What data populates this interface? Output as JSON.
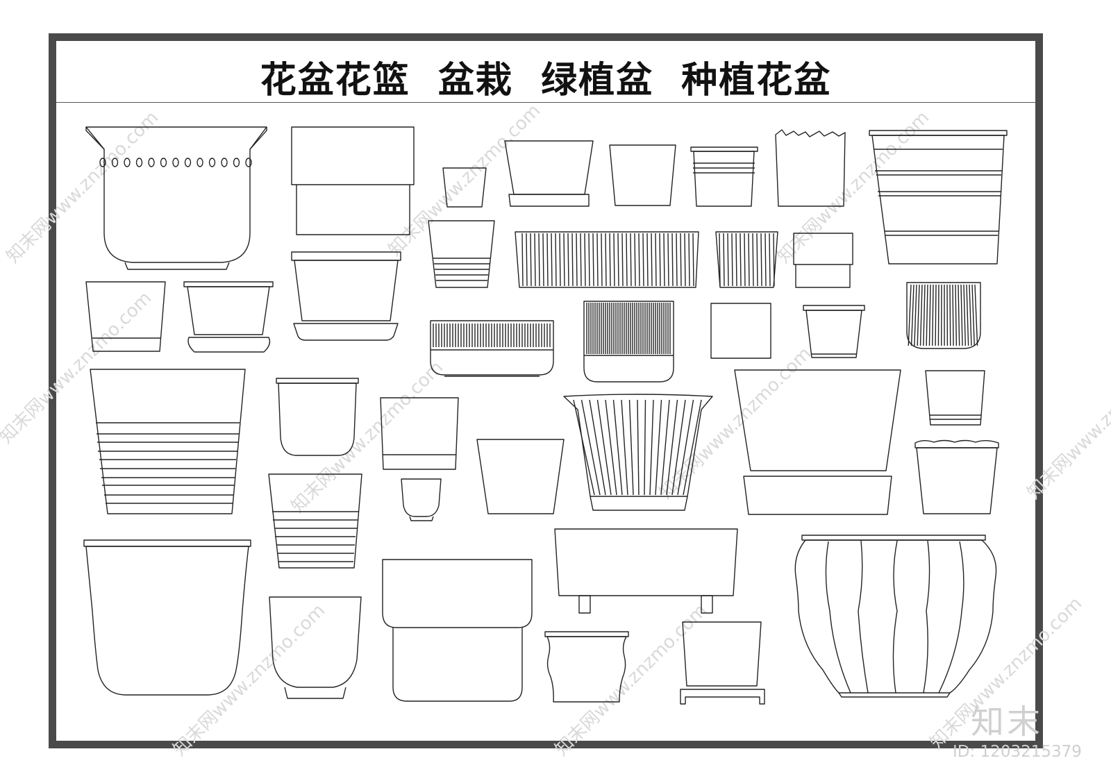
{
  "title": "花盆花篮  盆栽  绿植盆  种植花盆",
  "watermark": {
    "text": "知末网www.znzmo.com",
    "logo": "知末",
    "id_label": "ID: 1203215379"
  },
  "colors": {
    "frame": "#4a4a4a",
    "line": "#222222",
    "watermark": "#d6d6d6"
  },
  "pots": [
    {
      "name": "flared-pot-with-holes"
    },
    {
      "name": "banded-rectangular-pot"
    },
    {
      "name": "small-tapered-cup"
    },
    {
      "name": "tapered-pot-with-saucer"
    },
    {
      "name": "plain-tapered-pot"
    },
    {
      "name": "ribbed-rim-pot"
    },
    {
      "name": "torn-edge-paper-bag-pot"
    },
    {
      "name": "tall-striped-metal-bucket"
    },
    {
      "name": "ribbed-base-cup-pot"
    },
    {
      "name": "long-fluted-trough"
    },
    {
      "name": "short-fluted-pot"
    },
    {
      "name": "banded-square-pot"
    },
    {
      "name": "small-banded-pot"
    },
    {
      "name": "rimmed-pot-with-saucer"
    },
    {
      "name": "large-pot-with-saucer"
    },
    {
      "name": "fluted-bowl-planter"
    },
    {
      "name": "vertical-striped-pot"
    },
    {
      "name": "small-square-pot"
    },
    {
      "name": "small-rimmed-bucket"
    },
    {
      "name": "fluted-round-pot"
    },
    {
      "name": "tall-banded-pot"
    },
    {
      "name": "rounded-cup-pot"
    },
    {
      "name": "square-bottom-pot"
    },
    {
      "name": "trapezoid-pot"
    },
    {
      "name": "flared-fluted-pot"
    },
    {
      "name": "wide-pot-with-tray"
    },
    {
      "name": "small-rimmed-cup"
    },
    {
      "name": "wavy-rim-pot"
    },
    {
      "name": "tiny-cup-pot"
    },
    {
      "name": "banded-tapered-pot"
    },
    {
      "name": "large-rimmed-tub"
    },
    {
      "name": "footed-bowl-pot"
    },
    {
      "name": "two-tier-pot"
    },
    {
      "name": "bonsai-trough-with-feet"
    },
    {
      "name": "wavy-wall-pot"
    },
    {
      "name": "pot-on-stand"
    },
    {
      "name": "large-carved-urn"
    }
  ]
}
